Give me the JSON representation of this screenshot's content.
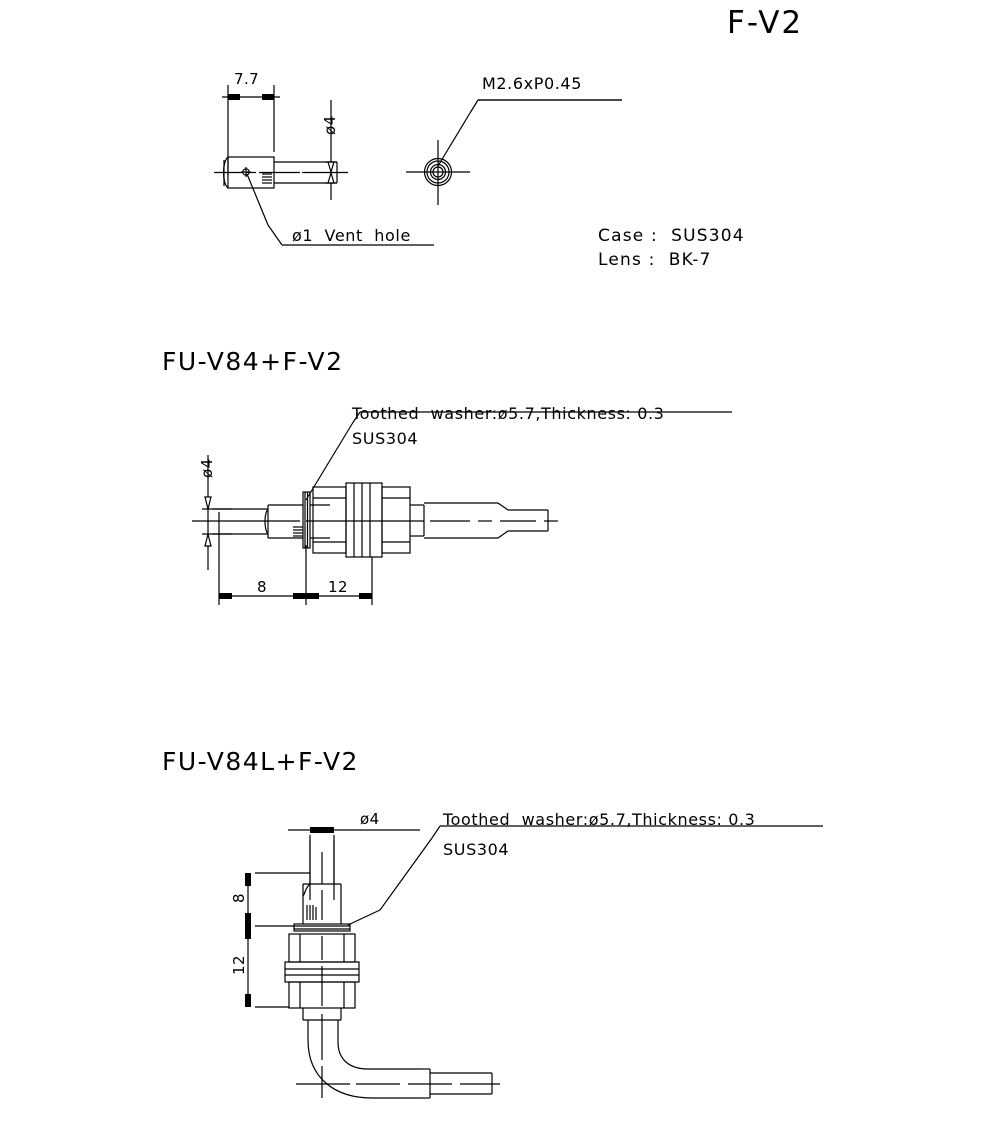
{
  "drawing": {
    "title": "F-V2",
    "background_color": "#ffffff",
    "line_color": "#000000"
  },
  "top_view": {
    "dim_width": "7.7",
    "dim_diameter": "ø4",
    "thread_label": "M2.6xP0.45",
    "vent_label": "ø1  Vent  hole"
  },
  "materials": {
    "case_line": "Case :  SUS304",
    "lens_line": "Lens :  BK-7"
  },
  "assembly_straight": {
    "heading": "FU-V84+F-V2",
    "washer_note_line1": "Toothed  washer:ø5.7,Thickness: 0.3",
    "washer_note_line2": "SUS304",
    "dim_diameter": "ø4",
    "dim_a": "8",
    "dim_b": "12"
  },
  "assembly_right_angle": {
    "heading": "FU-V84L+F-V2",
    "washer_note_line1": "Toothed  washer:ø5.7,Thickness: 0.3",
    "washer_note_line2": "SUS304",
    "dim_diameter": "ø4",
    "dim_a": "8",
    "dim_b": "12"
  }
}
